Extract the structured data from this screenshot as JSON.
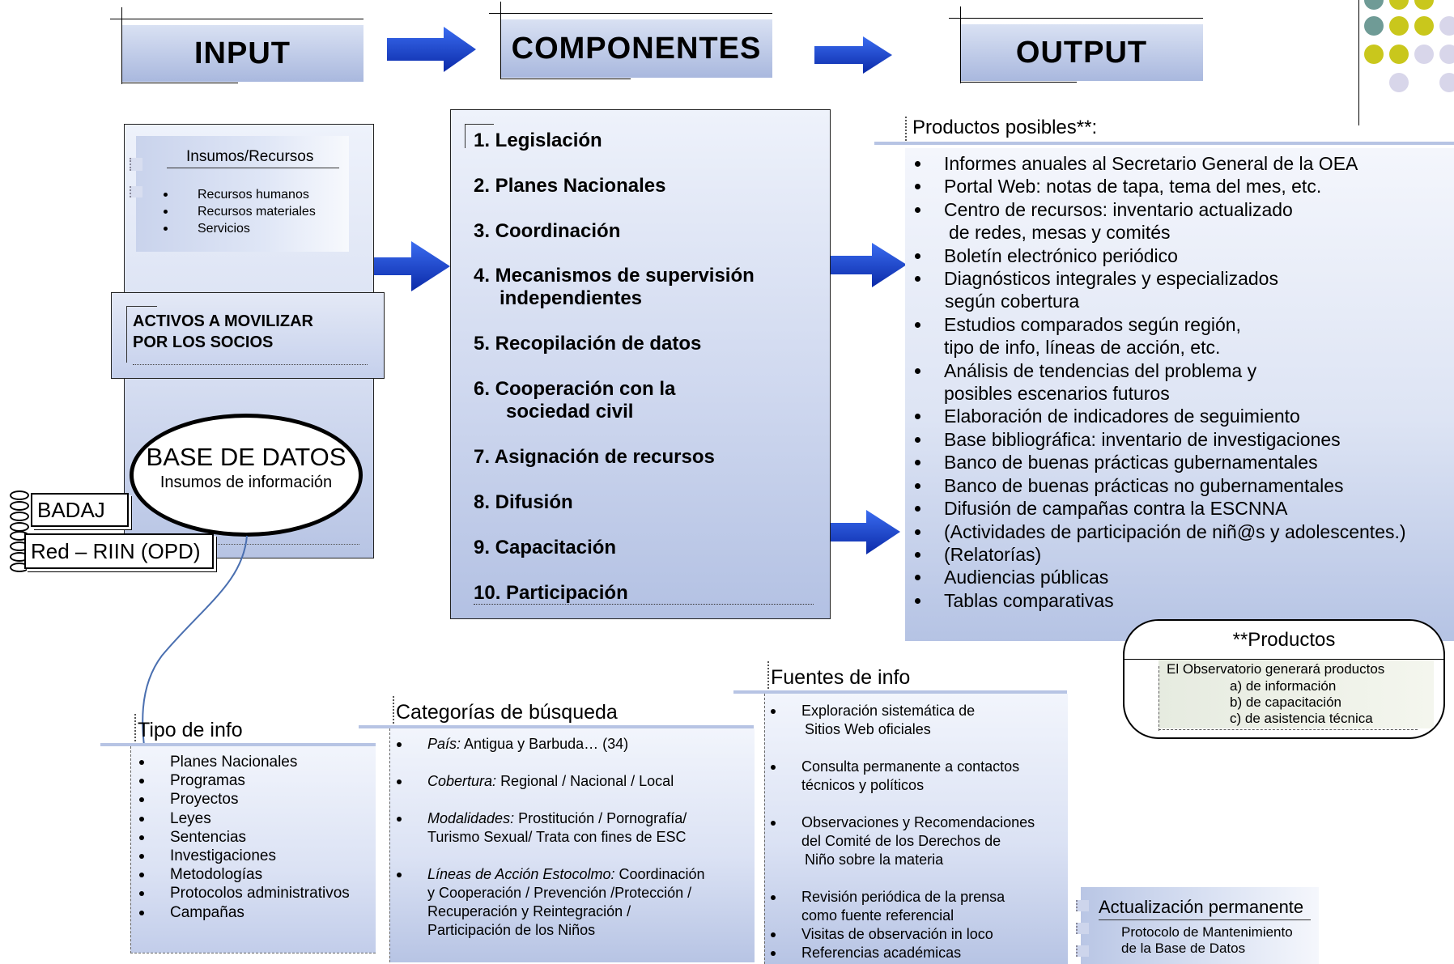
{
  "headers": {
    "input": "INPUT",
    "componentes": "COMPONENTES",
    "output": "OUTPUT"
  },
  "input": {
    "insumos_title": "Insumos/Recursos",
    "insumos_items": [
      "Recursos humanos",
      "Recursos materiales",
      "Servicios"
    ],
    "activos_line1": "ACTIVOS A MOVILIZAR",
    "activos_line2": "POR LOS SOCIOS",
    "base_title": "BASE DE DATOS",
    "base_subtitle": "Insumos de información",
    "badaj": "BADAJ",
    "red": "Red – RIIN (OPD)"
  },
  "componentes": [
    "1. Legislación",
    "2. Planes Nacionales",
    "3. Coordinación",
    "4. Mecanismos de supervisión",
    "independientes",
    "5. Recopilación de datos",
    "6. Cooperación con la",
    "sociedad civil",
    "7. Asignación de recursos",
    "8. Difusión",
    "9. Capacitación",
    "10. Participación"
  ],
  "output": {
    "title": "Productos posibles**:",
    "items": [
      "Informes anuales al Secretario General de la OEA",
      "Portal Web: notas de tapa, tema del mes, etc.",
      "Centro de recursos: inventario actualizado",
      "de redes, mesas y comités",
      "Boletín electrónico periódico",
      "Diagnósticos integrales y especializados",
      "según cobertura",
      "Estudios comparados según región,",
      "tipo de info, líneas de acción, etc.",
      "Análisis de tendencias del problema y",
      "posibles escenarios futuros",
      "Elaboración de indicadores de seguimiento",
      "Base bibliográfica: inventario de investigaciones",
      "Banco de buenas prácticas gubernamentales",
      "Banco de buenas prácticas no gubernamentales",
      "Difusión de campañas contra la ESCNNA",
      "(Actividades de participación de niñ@s y adolescentes.)",
      "(Relatorías)",
      "Audiencias públicas",
      "Tablas comparativas"
    ]
  },
  "productos_note": {
    "title": "**Productos",
    "line1": "El Observatorio generará productos",
    "a": "a) de información",
    "b": "b) de capacitación",
    "c": "c) de asistencia técnica"
  },
  "tipo_info": {
    "title": "Tipo de info",
    "items": [
      "Planes Nacionales",
      "Programas",
      "Proyectos",
      "Leyes",
      "Sentencias",
      "Investigaciones",
      "Metodologías",
      "Protocolos administrativos",
      "Campañas"
    ]
  },
  "categorias": {
    "title": "Categorías de búsqueda",
    "pais_label": "País:",
    "pais_value": "Antigua y Barbuda… (34)",
    "cobertura_label": "Cobertura:",
    "cobertura_value": "Regional / Nacional / Local",
    "modalidades_label": "Modalidades:",
    "modalidades_value1": "Prostitución / Pornografía/",
    "modalidades_value2": "Turismo Sexual/ Trata con fines de ESC",
    "lineas_label": "Líneas de Acción Estocolmo:",
    "lineas_value1": "Coordinación",
    "lineas_value2": "y Cooperación / Prevención /Protección /",
    "lineas_value3": "Recuperación y Reintegración /",
    "lineas_value4": "Participación de los Niños"
  },
  "fuentes": {
    "title": "Fuentes de info",
    "i1a": "Exploración sistemática de",
    "i1b": "Sitios Web oficiales",
    "i2a": "Consulta permanente a contactos",
    "i2b": "técnicos y políticos",
    "i3a": "Observaciones y Recomendaciones",
    "i3b": "del Comité de los Derechos de",
    "i3c": "Niño sobre la materia",
    "i4a": "Revisión periódica de la prensa",
    "i4b": "como fuente referencial",
    "i5": "Visitas de observación in loco",
    "i6": "Referencias académicas"
  },
  "actualizacion": {
    "title": "Actualización permanente",
    "line1": "Protocolo de Mantenimiento",
    "line2": "de la Base de Datos"
  },
  "colors": {
    "teal": "#6f9b96",
    "olive": "#c9c71c",
    "lilac": "#d8d6ea",
    "box_dark": "#b7c4e4",
    "arrow": "#1a3fd0"
  }
}
